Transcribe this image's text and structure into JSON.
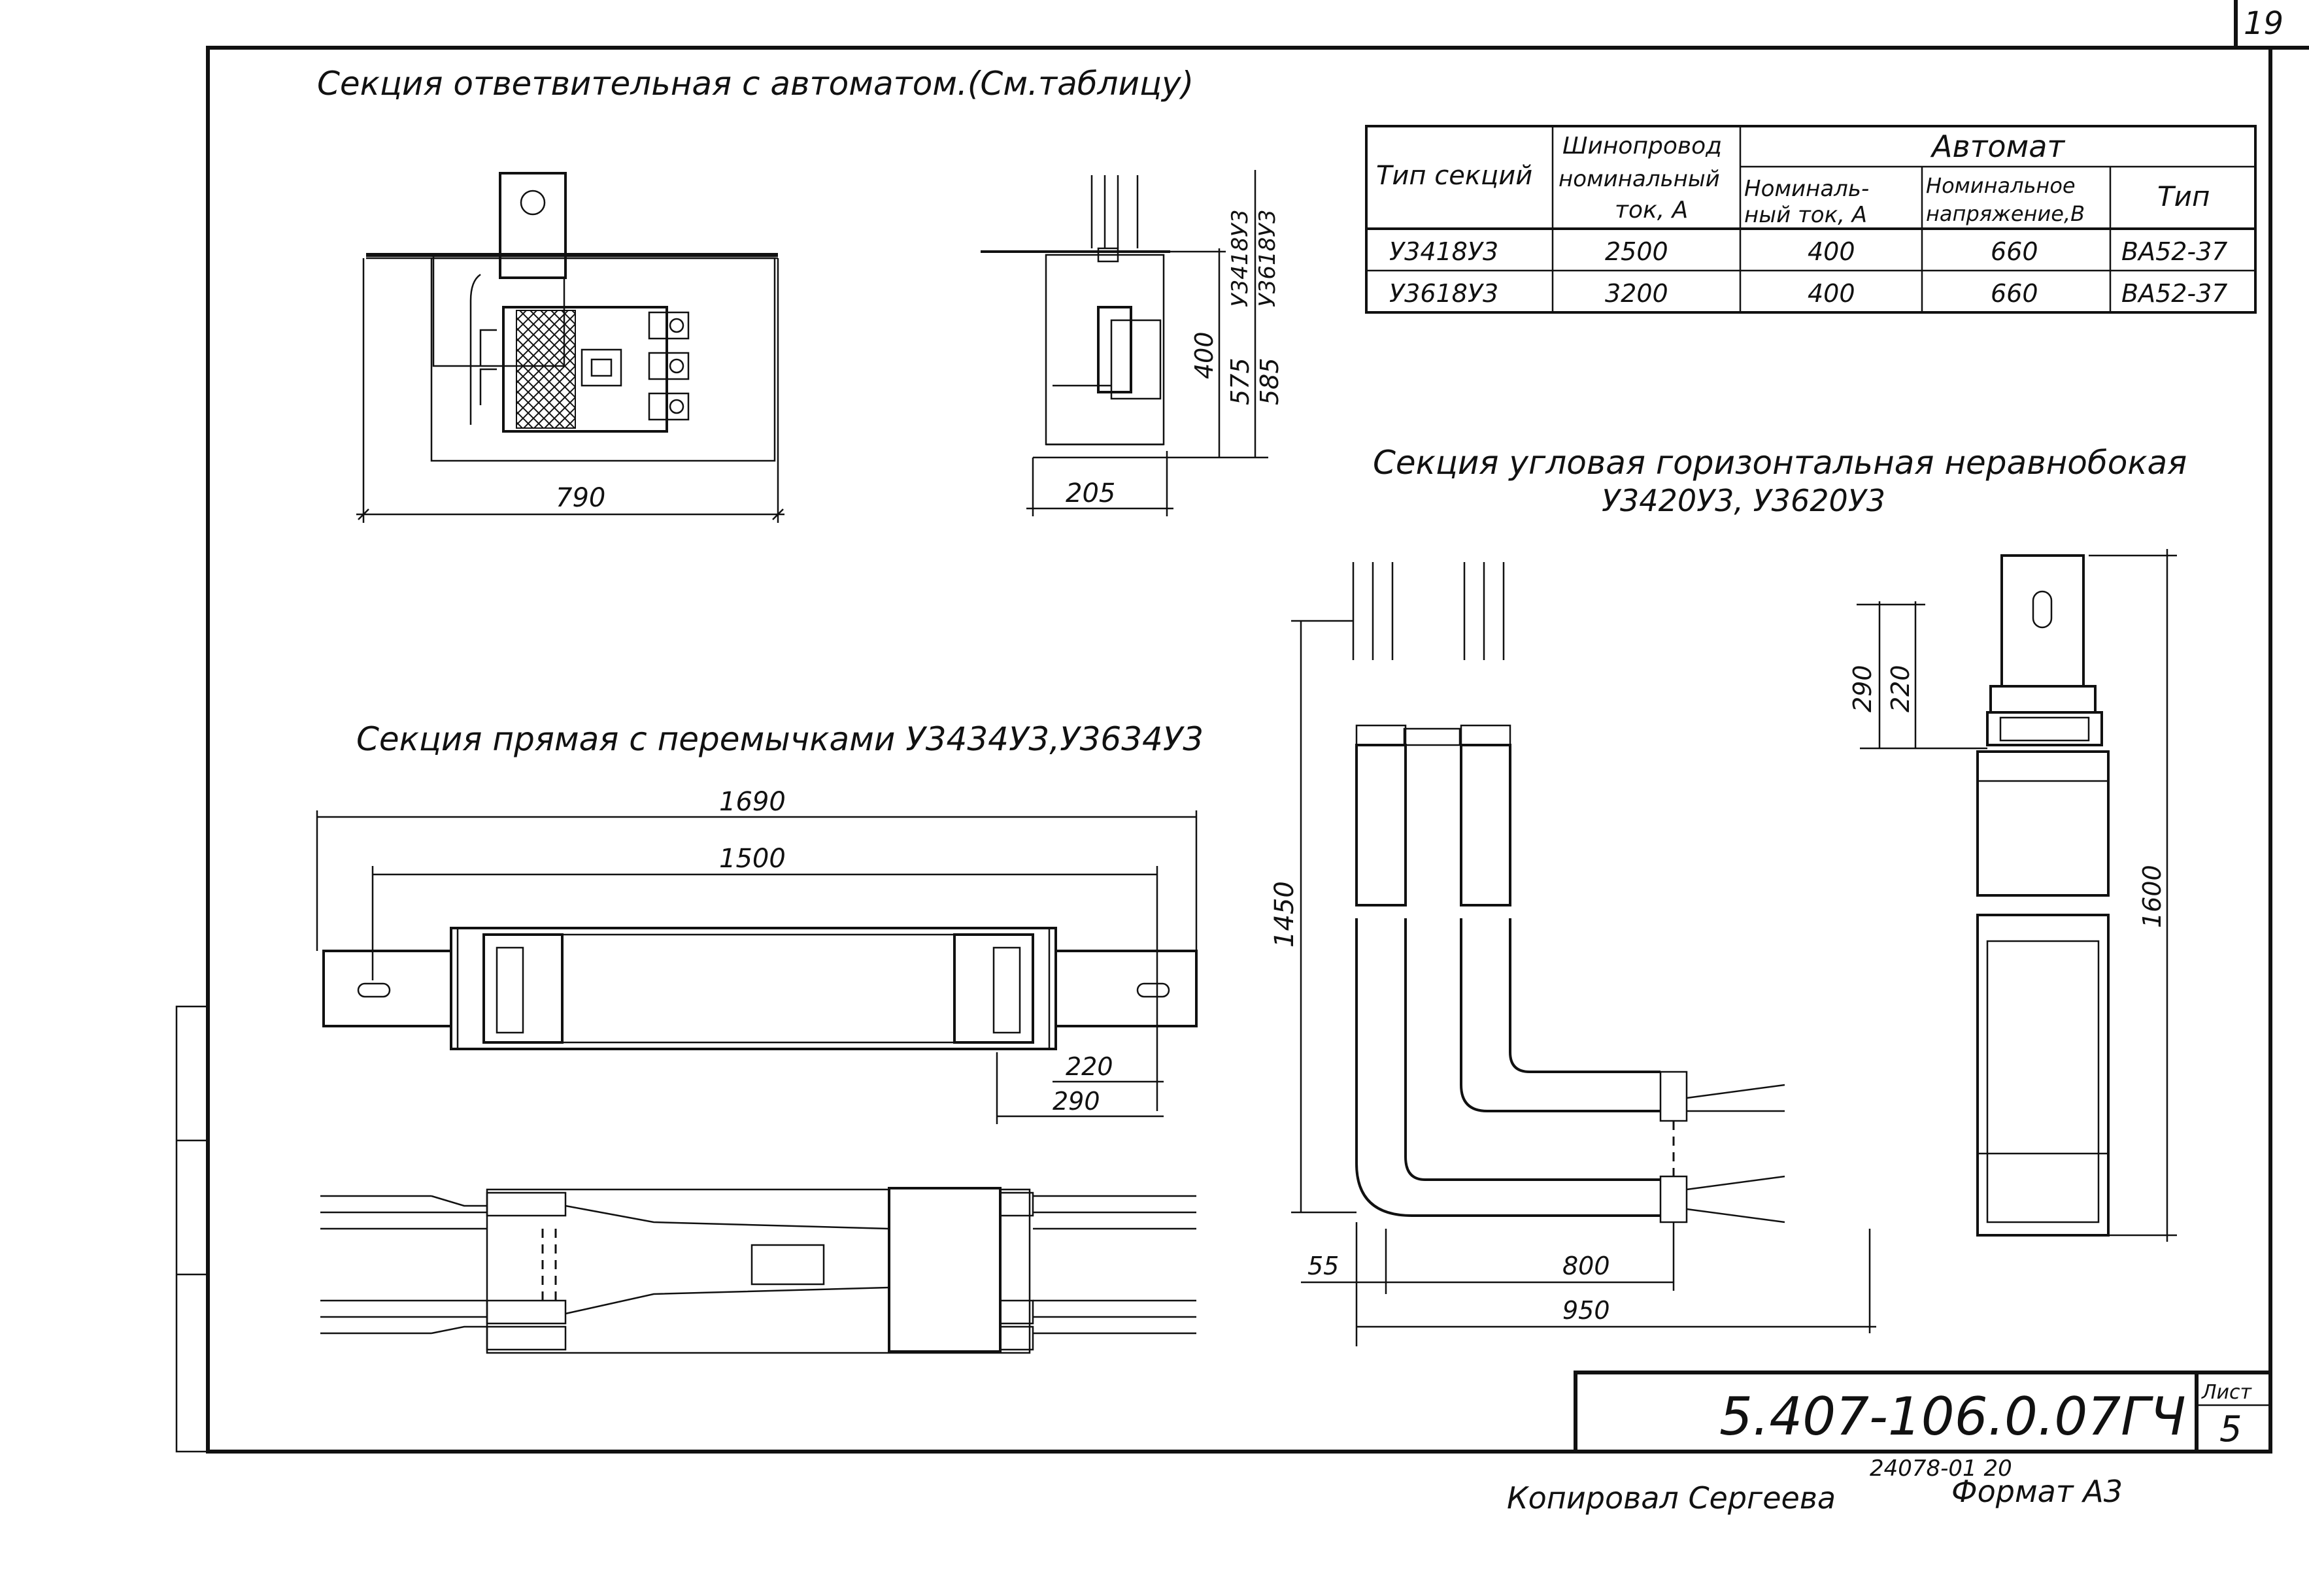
{
  "sheet_corner_number": "19",
  "title_branch": "Секция ответвительная с автоматом.(См.таблицу)",
  "title_straight": "Секция прямая с перемычками У3434У3,У3634У3",
  "title_corner_line1": "Секция угловая горизонтальная неравнобокая",
  "title_corner_line2": "У3420У3, У3620У3",
  "table": {
    "col_type": "Тип секций",
    "col_busbar": [
      "Шинопровод",
      "номинальный",
      "ток, А"
    ],
    "group_breaker": "Автомат",
    "col_current": [
      "Номиналь-",
      "ный ток, А"
    ],
    "col_voltage": [
      "Номинальное",
      "напряжение,В"
    ],
    "col_model": "Тип",
    "rows": [
      [
        "У3418У3",
        "2500",
        "400",
        "660",
        "ВА52-37"
      ],
      [
        "У3618У3",
        "3200",
        "400",
        "660",
        "ВА52-37"
      ]
    ]
  },
  "dims": {
    "branch_width": "790",
    "branch_side_depth": "205",
    "branch_side_h1": "400",
    "branch_side_h2": "575",
    "branch_side_h3": "585",
    "branch_side_types": [
      "У3418У3",
      "У3618У3"
    ],
    "straight_total": "1690",
    "straight_inner": "1500",
    "straight_d1": "220",
    "straight_d2": "290",
    "corner_height": "1450",
    "corner_offset": "55",
    "corner_w1": "800",
    "corner_w2": "950",
    "corner_side_d1": "220",
    "corner_side_d2": "290",
    "corner_side_len": "1600"
  },
  "stamp": {
    "doc_code": "5.407-106.0.07ГЧ",
    "sheet_label": "Лист",
    "sheet_no": "5",
    "archive_no": "24078-01 20",
    "copied_by": "Копировал Сергеева",
    "format": "Формат А3"
  }
}
